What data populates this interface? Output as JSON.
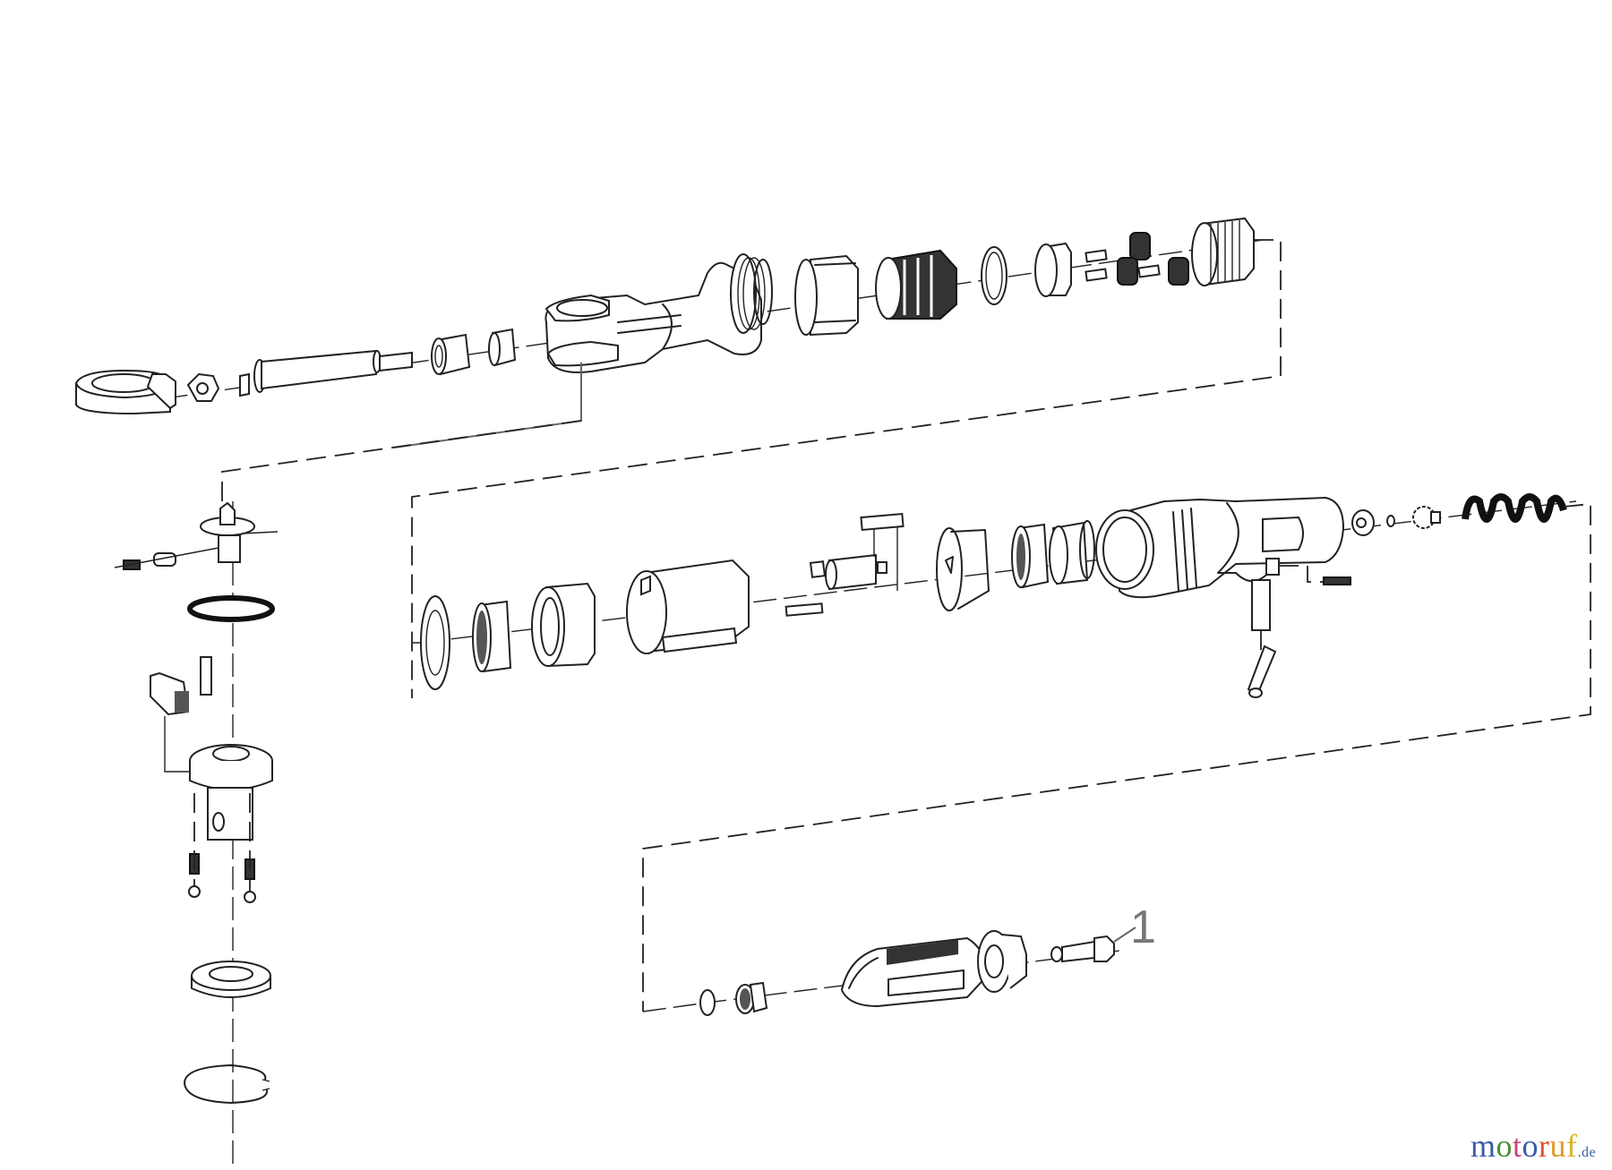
{
  "diagram": {
    "type": "exploded-parts-diagram",
    "subject": "pneumatic ratchet wrench",
    "assemblies": [
      {
        "name": "head-and-housing-row",
        "parts": [
          "ratchet-ring-head",
          "nut",
          "drive-shaft",
          "bushing-1",
          "bushing-2",
          "ratchet-housing",
          "lock-collar",
          "ribbed-sleeve",
          "o-ring",
          "planet-carrier",
          "needle-pins",
          "planet-gears",
          "threaded-ring"
        ]
      },
      {
        "name": "ratchet-mechanism-column",
        "parts": [
          "drive-yoke",
          "spring-plunger",
          "wave-washer",
          "pin",
          "pawl",
          "ratchet-anvil",
          "detent-springs",
          "detent-balls",
          "seal-ring",
          "snap-ring"
        ]
      },
      {
        "name": "motor-row",
        "parts": [
          "washer",
          "bearing",
          "bearing-housing",
          "cylinder",
          "rotor",
          "vane",
          "end-plate",
          "rear-bearing",
          "bearing-cap",
          "motor-housing",
          "trigger-valve",
          "throttle-pin",
          "lever",
          "bushing",
          "valve-stem",
          "valve-seat",
          "spring"
        ]
      },
      {
        "name": "exhaust-row",
        "parts": [
          "o-ring",
          "muffler",
          "grip-cover",
          "end-cap",
          "air-inlet-fitting"
        ]
      }
    ],
    "callouts": [
      {
        "label": "1",
        "target": "air-inlet-fitting"
      }
    ]
  },
  "branding": {
    "logo_letters": [
      {
        "char": "m",
        "color": "#3b5aa8"
      },
      {
        "char": "o",
        "color": "#4e8f3a"
      },
      {
        "char": "t",
        "color": "#c9457a"
      },
      {
        "char": "o",
        "color": "#3b5aa8"
      },
      {
        "char": "r",
        "color": "#d9562b"
      },
      {
        "char": "u",
        "color": "#e09a2a"
      },
      {
        "char": "f",
        "color": "#d8b428"
      }
    ],
    "logo_tld": ".de"
  }
}
